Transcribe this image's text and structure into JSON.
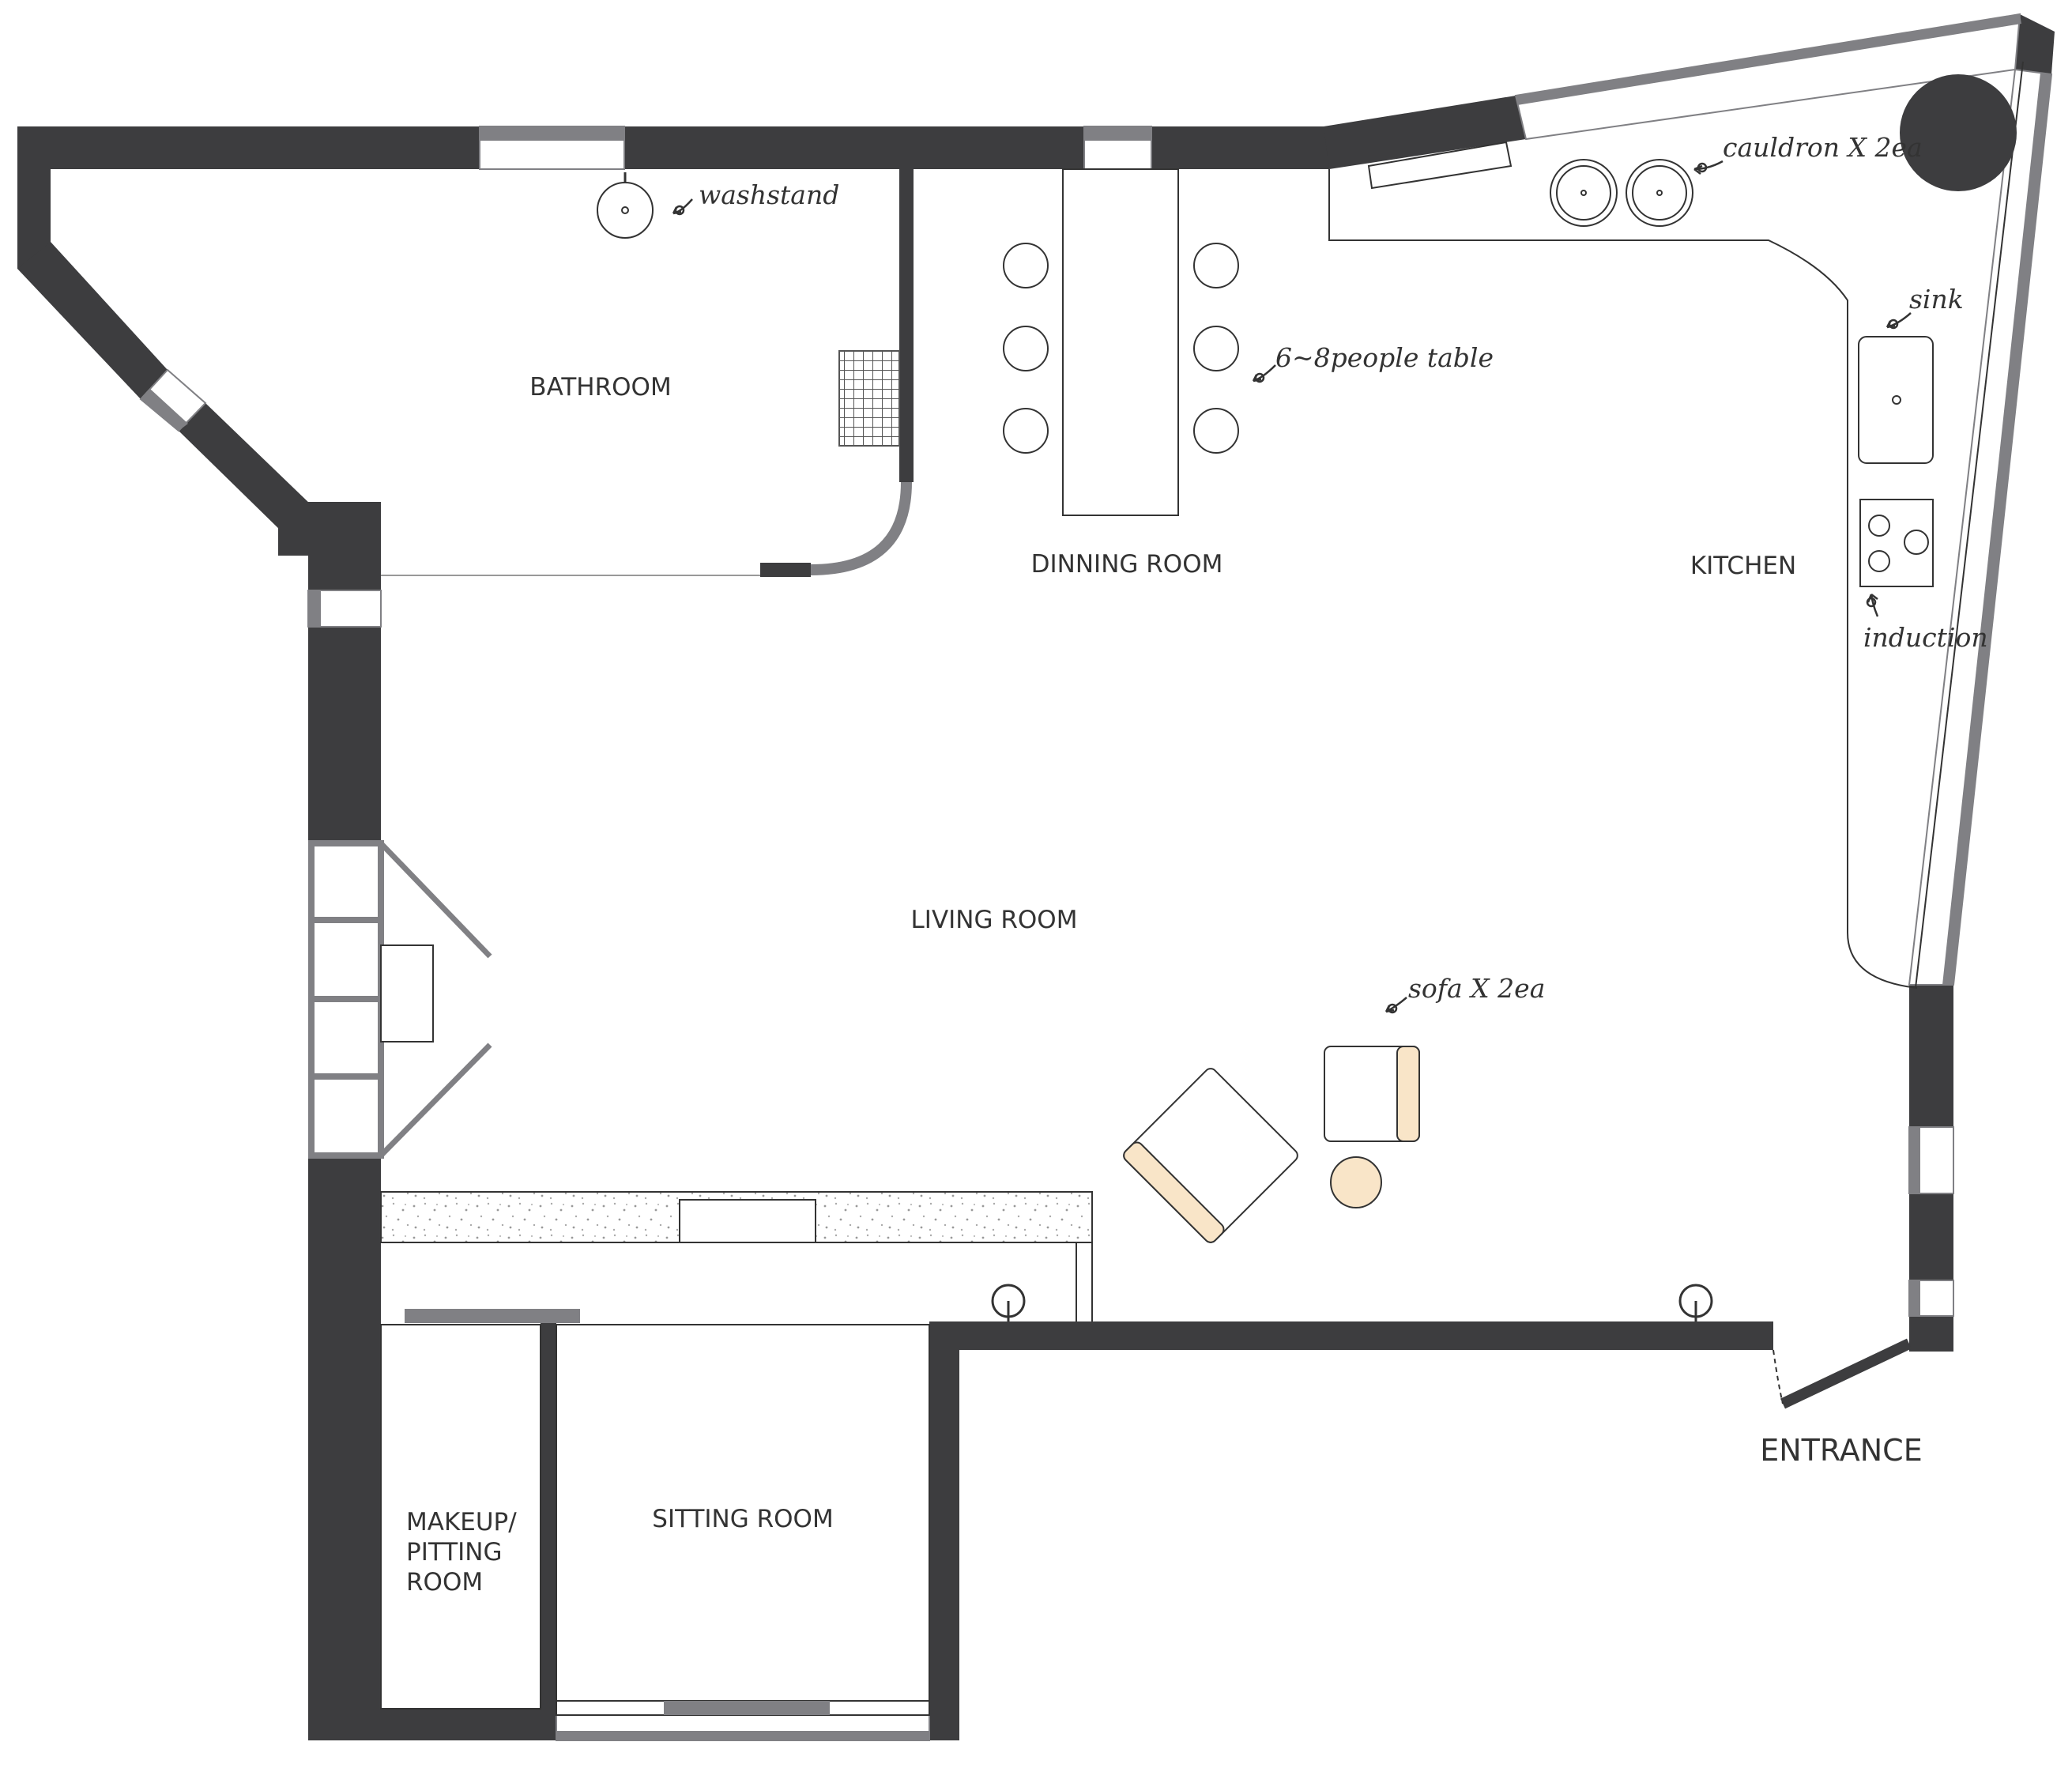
{
  "rooms": {
    "bathroom": "BATHROOM",
    "dining": "DINNING ROOM",
    "kitchen": "KITCHEN",
    "living": "LIVING ROOM",
    "makeup_line1": "MAKEUP/",
    "makeup_line2": "PITTING",
    "makeup_line3": "ROOM",
    "sitting": "SITTING ROOM",
    "entrance": "ENTRANCE"
  },
  "annotations": {
    "washstand": "washstand",
    "table": "6~8people table",
    "cauldron": "cauldron X 2ea",
    "sink": "sink",
    "induction": "induction",
    "sofa": "sofa X 2ea"
  },
  "colors": {
    "wall": "#3d3d3f",
    "window": "#808084",
    "line": "#333333",
    "sofa_accent": "#f9e5c8"
  }
}
